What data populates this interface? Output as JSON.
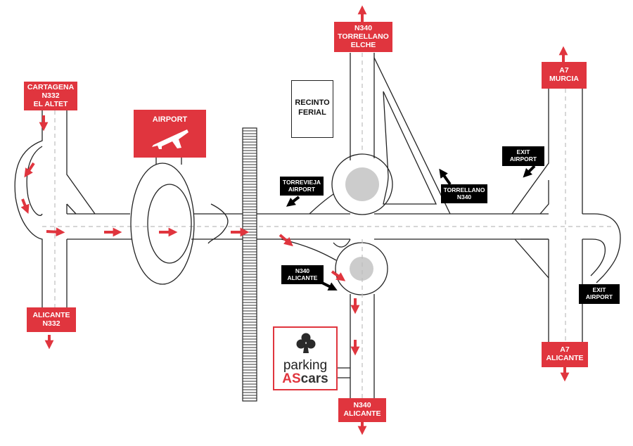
{
  "signs": {
    "cartagena": [
      "CARTAGENA",
      "N332",
      "EL ALTET"
    ],
    "alicante_n332": [
      "ALICANTE",
      "N332"
    ],
    "n340_north": [
      "N340",
      "TORRELLANO",
      "ELCHE"
    ],
    "a7_murcia": [
      "A7",
      "MURCIA"
    ],
    "a7_alicante": [
      "A7",
      "ALICANTE"
    ],
    "n340_south": [
      "N340",
      "ALICANTE"
    ],
    "airport": "AIRPORT",
    "recinto_ferial": [
      "RECINTO",
      "FERIAL"
    ],
    "torrevieja_airport": [
      "TORREVIEJA",
      "AIRPORT"
    ],
    "torrellano_n340": [
      "TORRELLANO",
      "N340"
    ],
    "exit_airport_top": [
      "EXIT",
      "AIRPORT"
    ],
    "exit_airport_right": [
      "EXIT",
      "AIRPORT"
    ],
    "n340_alicante_black": [
      "N340",
      "ALICANTE"
    ]
  },
  "parking": {
    "word": "parking",
    "brand_as": "AS",
    "brand_cars": "cars"
  },
  "colors": {
    "red": "#e0353e",
    "black": "#000000",
    "roundabout": "#cccccc"
  },
  "icons": {
    "airport": "airplane-icon",
    "parking": "club-suit-icon"
  }
}
